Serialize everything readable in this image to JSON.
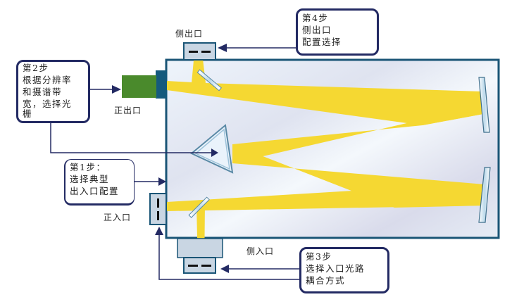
{
  "title": "Spectrometer configuration steps",
  "colors": {
    "arrow": "#232a63",
    "beam": "#f5d832",
    "chamber_border": "#1a5576",
    "port_fill": "#c9d6e3",
    "detector": "#4a8a2c",
    "detector_mount": "#155a7d"
  },
  "steps": {
    "step1": {
      "lines": [
        "第1步：",
        "选择典型",
        "出入口配置"
      ]
    },
    "step2": {
      "lines": [
        "第2步",
        "根据分辨率",
        "和摄谱带",
        "宽，选择光",
        "栅"
      ]
    },
    "step3": {
      "lines": [
        "第3步",
        "选择入口光路",
        "耦合方式"
      ]
    },
    "step4": {
      "lines": [
        "第4步",
        "侧出口",
        "配置选择"
      ]
    }
  },
  "labels": {
    "side_exit": "侧出口",
    "front_exit": "正出口",
    "front_entrance": "正入口",
    "side_entrance": "侧入口"
  }
}
